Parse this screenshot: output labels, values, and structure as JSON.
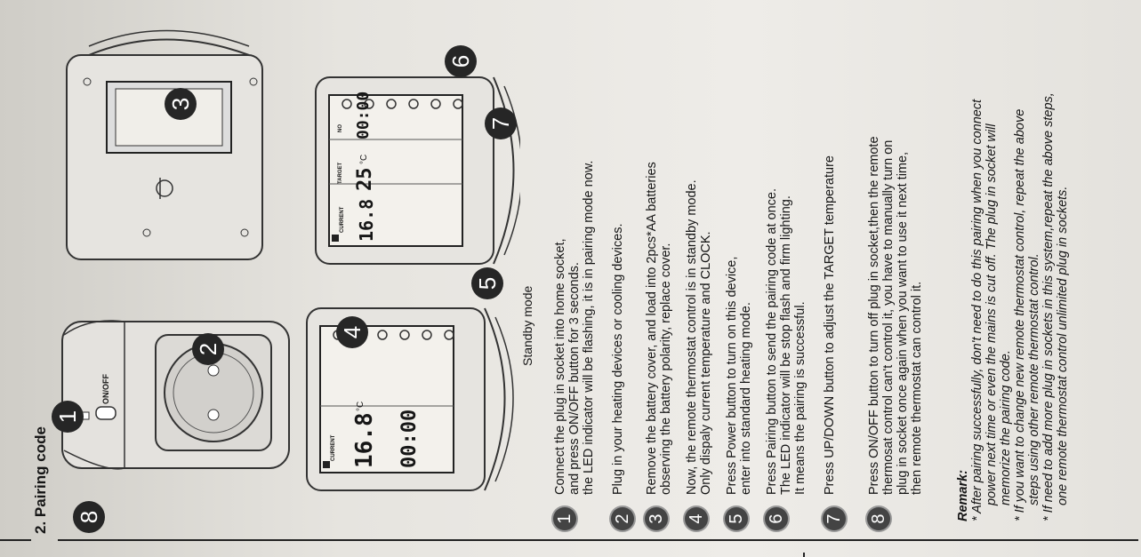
{
  "section_title": "2. Pairing code",
  "caption": "Standby mode",
  "device": {
    "onoff_label": "ON/OFF",
    "current_label": "CURRENT",
    "target_label": "TARGET",
    "current_temp": "16.8",
    "target_temp": "25",
    "unit": "°C",
    "clock": "00:00",
    "no_label": "NO"
  },
  "callouts": [
    "1",
    "2",
    "3",
    "4",
    "5",
    "6",
    "7",
    "8"
  ],
  "steps": [
    {
      "num": "1",
      "lines": [
        "Connect the plug in socket into home socket,",
        "and press ON/OFF button for 3 seconds.",
        "the LED indicator will be flashing, it is in pairing mode now."
      ]
    },
    {
      "num": "2",
      "lines": [
        "Plug in your heating devices or cooling devices."
      ]
    },
    {
      "num": "3",
      "lines": [
        "Remove the battery cover, and load into 2pcs*AA batteries",
        "observing the battery polarity, replace cover."
      ]
    },
    {
      "num": "4",
      "lines": [
        "Now, the remote thermostat control is in standby mode.",
        "Only dispaly current temperature and CLOCK."
      ]
    },
    {
      "num": "5",
      "lines": [
        "Press Power button to turn on this device,",
        "enter into standard heating mode."
      ]
    },
    {
      "num": "6",
      "lines": [
        "Press Pairing button to send the pairing code at once.",
        "The LED indicator will be stop flash and firm lighting.",
        "It means the pairing is successful."
      ]
    },
    {
      "num": "7",
      "lines": [
        "Press UP/DOWN button to adjust the TARGET temperature"
      ]
    },
    {
      "num": "8",
      "lines": [
        "Press ON/OFF button to turn off plug in socket,then the remote",
        "thermosat control can't control it, you have to manually turn on",
        "plug in socket once again when you want to use it next time,",
        "then remote thermostat can control it."
      ]
    }
  ],
  "remark": {
    "heading": "Remark:",
    "lines": [
      "* After pairing successfully, don't need to do this pairing when you connect",
      "power next time or even the mains is cut off. The plug in socket will",
      "memorize the pairing code.",
      "* If you want to change new remote thermostat control, repeat the above",
      "steps using other remote thermostat control.",
      "* If need to add more plug in sockets in this system,repeat the above steps,",
      "one remote thermostat control unlimited plug in sockets."
    ]
  }
}
